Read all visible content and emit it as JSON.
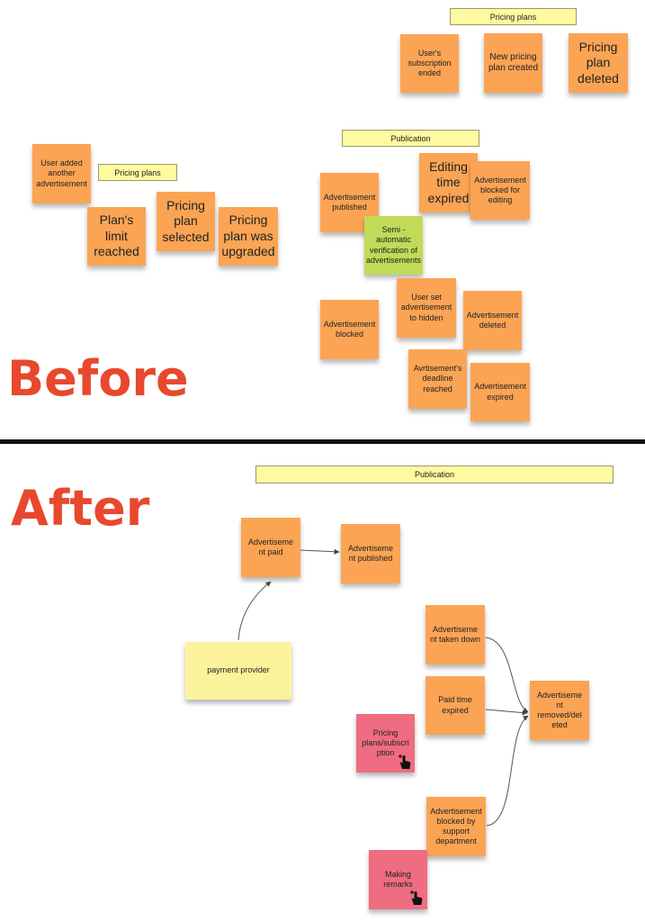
{
  "before": {
    "heading": "Before",
    "labels": {
      "pricing_top": "Pricing plans",
      "pricing_left": "Pricing plans",
      "publication": "Publication"
    },
    "notes": {
      "subscription_ended": "User's subscription ended",
      "new_plan_created": "New pricing plan created",
      "plan_deleted": "Pricing plan deleted",
      "user_added_ad": "User added another advertisement",
      "limit_reached": "Plan's limit reached",
      "plan_selected": "Pricing plan selected",
      "plan_upgraded": "Pricing plan was upgraded",
      "ad_published": "Advertisement published",
      "editing_expired": "Editing time expired",
      "blocked_editing": "Advertisement blocked for editing",
      "semi_auto": "Semi - automatic verification of advertisements",
      "ad_blocked": "Advertisement blocked",
      "set_hidden": "User set advertisement to hidden",
      "ad_deleted": "Advertisement deleted",
      "deadline_reached": "Avrtisement's deadline reached",
      "ad_expired": "Advertisement expired"
    }
  },
  "after": {
    "heading": "After",
    "labels": {
      "publication": "Publication"
    },
    "notes": {
      "ad_paid": "Advertiseme nt paid",
      "ad_published": "Advertiseme nt published",
      "payment_provider": "payment provider",
      "taken_down": "Advertiseme nt taken down",
      "paid_time_expired": "Paid time expired",
      "removed_deleted": "Advertiseme nt removed/del eted",
      "pricing_subscription": "Pricing plans/subscri ption",
      "blocked_support": "Advertisement blocked by support department",
      "making_remarks": "Making remarks"
    }
  },
  "icons": {
    "cursor": "hand-pointer-plus-icon"
  },
  "colors": {
    "orange_note": "#fba454",
    "green_note": "#c1da57",
    "yellow_note": "#fbf39b",
    "pink_note": "#ee6d80",
    "label_bg": "#fffa9f",
    "heading": "#e8482e"
  }
}
